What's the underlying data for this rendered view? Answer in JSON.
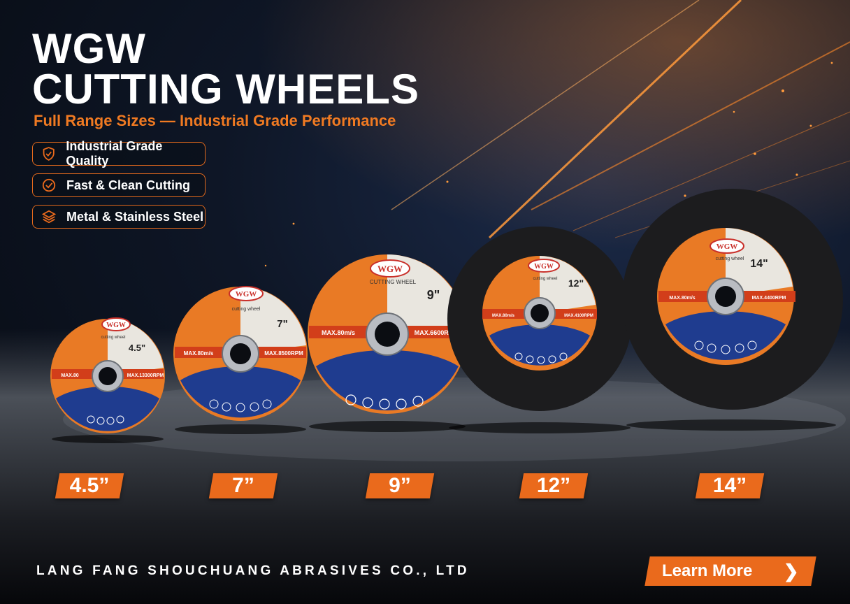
{
  "brand": "WGW",
  "title_line1": "WGW",
  "title_line2": "CUTTING WHEELS",
  "subtitle": "Full Range Sizes — Industrial Grade Performance",
  "features": [
    {
      "label": "Industrial Grade Quality",
      "icon": "shield-check-icon"
    },
    {
      "label": "Fast & Clean Cutting",
      "icon": "check-circle-icon"
    },
    {
      "label": "Metal & Stainless Steel",
      "icon": "layers-icon"
    }
  ],
  "wheels": [
    {
      "size": "4.5\"",
      "label": "4.5”",
      "max": "MAX.80",
      "speed": "MAX.13300RPM",
      "type": "cutting wheel"
    },
    {
      "size": "7\"",
      "label": "7”",
      "max": "MAX.80m/s",
      "speed": "MAX.8500RPM",
      "type": "cutting wheel"
    },
    {
      "size": "9\"",
      "label": "9”",
      "max": "MAX.80m/s",
      "speed": "MAX.6600RPM",
      "type": "CUTTING WHEEL"
    },
    {
      "size": "12\"",
      "label": "12”",
      "max": "MAX.80m/s",
      "speed": "MAX.4100RPM",
      "type": "cutting wheel"
    },
    {
      "size": "14\"",
      "label": "14”",
      "max": "MAX.80m/s",
      "speed": "MAX.4400RPM",
      "type": "cutting wheel"
    }
  ],
  "footer": {
    "company": "LANG FANG SHOUCHUANG ABRASIVES CO., LTD",
    "cta_label": "Learn More",
    "cta_icon": "chevron-right-icon"
  },
  "colors": {
    "accent": "#ea6a1c",
    "wheel_orange": "#e97a25",
    "wheel_blue": "#1f3c8f",
    "wheel_black": "#1c1c1e"
  }
}
